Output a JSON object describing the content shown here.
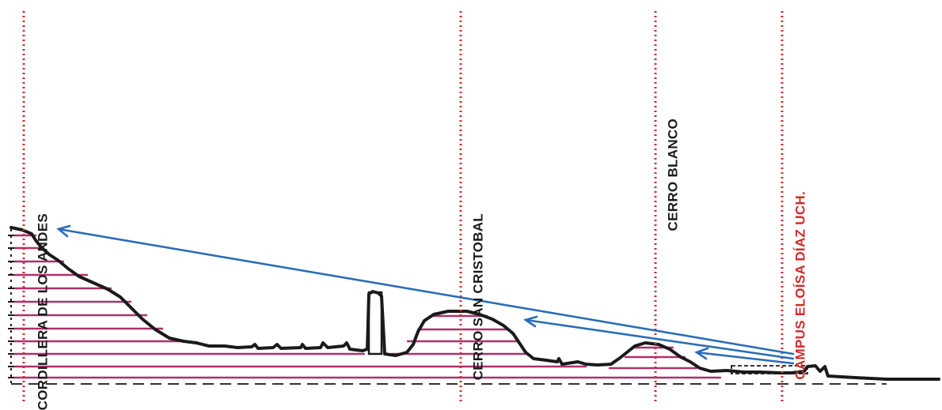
{
  "labels": {
    "cordillera": "CORDILLERA DE LOS ANDES",
    "san_cristobal": "CERRO SAN CRISTOBAL",
    "cerro_blanco": "CERRO BLANCO",
    "campus": "CAMPUS ELOÍSA DÍAZ UCH."
  },
  "colors": {
    "paper": "#ffffff",
    "ink": "#1a1a1a",
    "red_dotted": "#d32a2a",
    "campus_label": "#d32a2a",
    "hatch": "#b0306a",
    "sight_line": "#2a6db5",
    "baseline": "#333333"
  }
}
